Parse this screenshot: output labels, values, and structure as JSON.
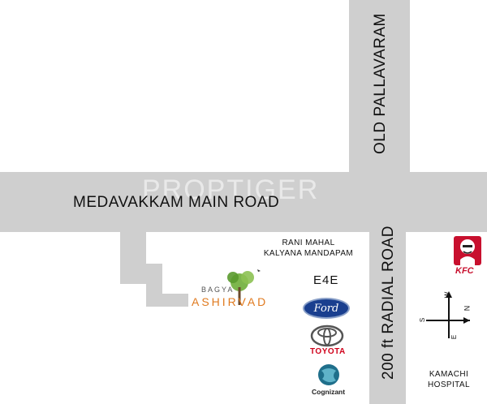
{
  "watermark": "PROPTIGER",
  "roads": {
    "main_road": "MEDAVAKKAM MAIN ROAD",
    "old_pallavaram": "OLD PALLAVARAM",
    "radial_road": "200 ft RADIAL ROAD"
  },
  "landmarks": {
    "rani_mahal_line1": "RANI MAHAL",
    "rani_mahal_line2": "KALYANA MANDAPAM",
    "e4e": "E4E",
    "kamachi_line1": "KAMACHI",
    "kamachi_line2": "HOSPITAL"
  },
  "project_logo": {
    "line1": "BAGYA",
    "line2": "ASHIRVAD"
  },
  "brand_logos": {
    "ford": "Ford",
    "toyota": "TOYOTA",
    "cognizant": "Cognizant",
    "kfc": "KFC"
  },
  "compass": {
    "north": "N",
    "south": "S",
    "east": "E",
    "west": "W"
  },
  "colors": {
    "road": "#cfcfcf",
    "logo_orange": "#e07a1f",
    "logo_green": "#6fae3a",
    "kfc_red": "#c8102e",
    "ford_blue": "#1a3f8f"
  }
}
